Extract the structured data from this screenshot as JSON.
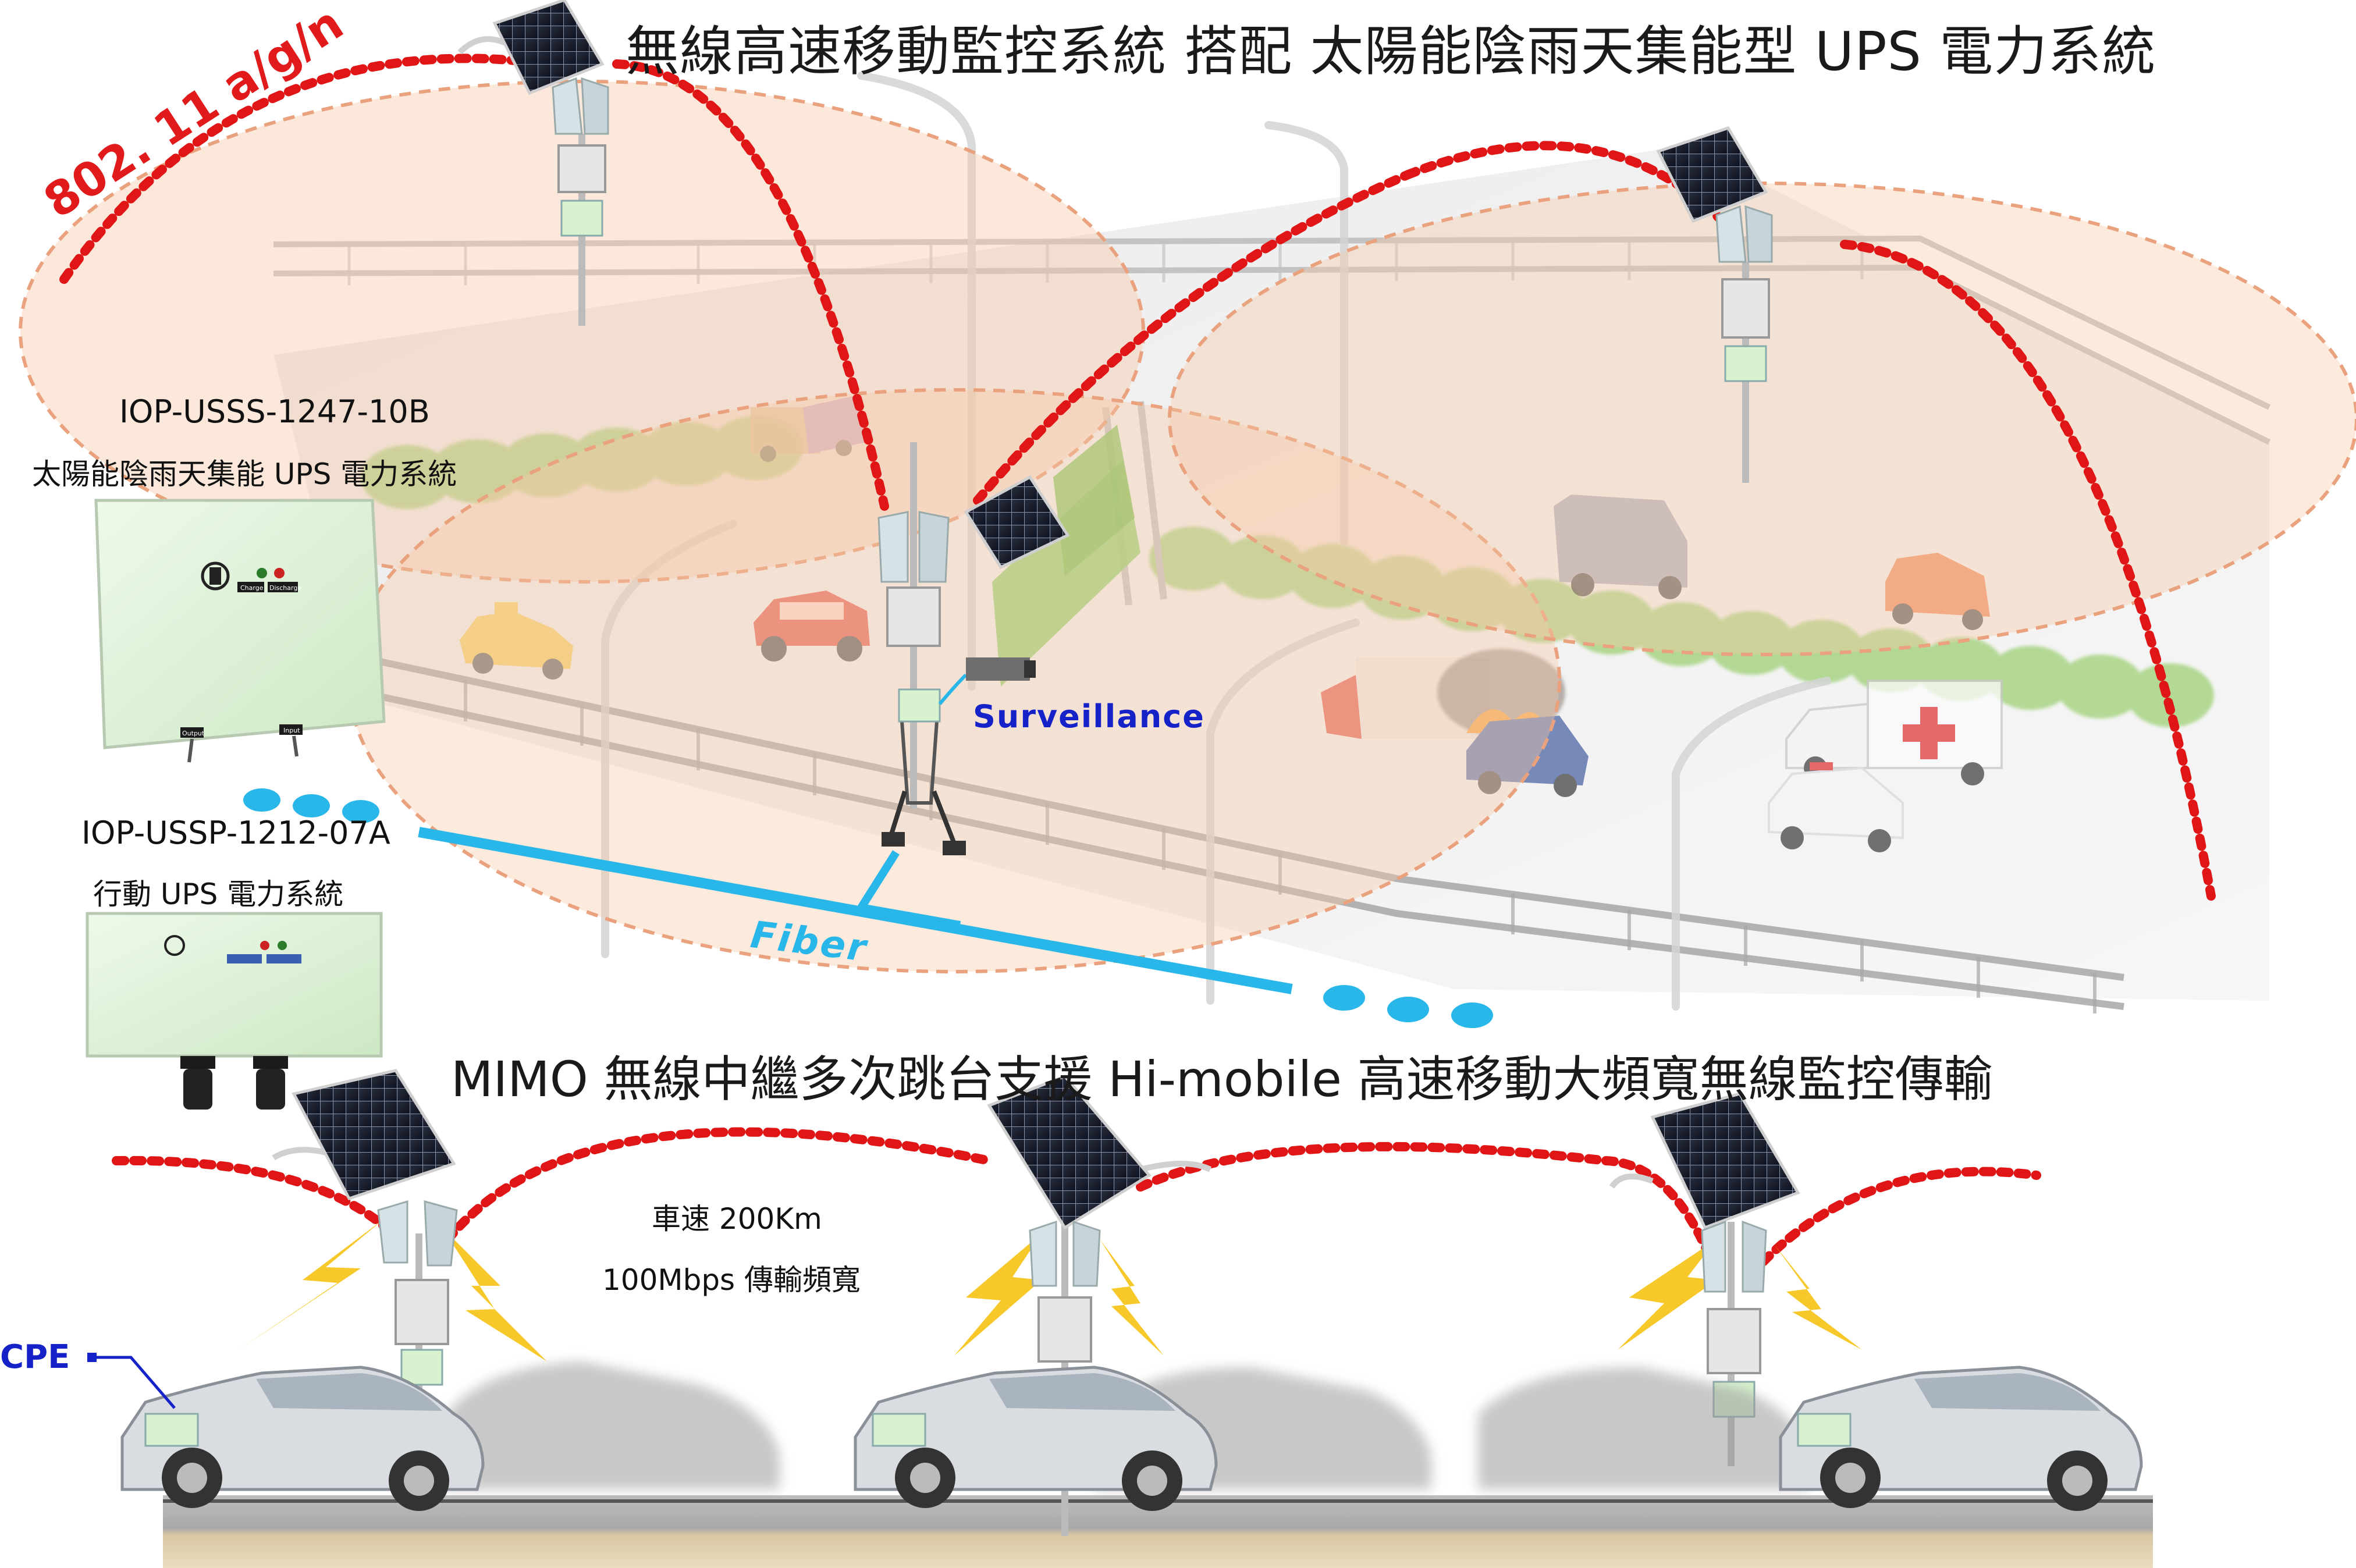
{
  "title_top": "無線高速移動監控系統 搭配 太陽能陰雨天集能型 UPS 電力系統",
  "title_mid": "MIMO 無線中繼多次跳台支援 Hi-mobile 高速移動大頻寬無線監控傳輸",
  "wifi_label": "802. 11 a/g/n",
  "product_solar": {
    "model": "IOP-USSS-1247-10B",
    "name": "太陽能陰雨天集能 UPS 電力系統",
    "btn_charge": "Charge",
    "btn_discharge": "Discharge",
    "port_output": "Output",
    "port_input": "Input"
  },
  "product_mobile": {
    "model": "IOP-USSP-1212-07A",
    "name": "行動 UPS 電力系統"
  },
  "surveillance_label": "Surveillance",
  "fiber_label": "Fiber",
  "speed_label": "車速 200Km",
  "bandwidth_label": "100Mbps 傳輸頻寬",
  "cpe_label": "CPE",
  "colors": {
    "signal_red": "#e01616",
    "coverage_fill": "#f7c9a6",
    "fiber_blue": "#29b7ea",
    "label_blue": "#1522c8",
    "box_green": "#e2f5dc",
    "lightning": "#f5c213"
  }
}
